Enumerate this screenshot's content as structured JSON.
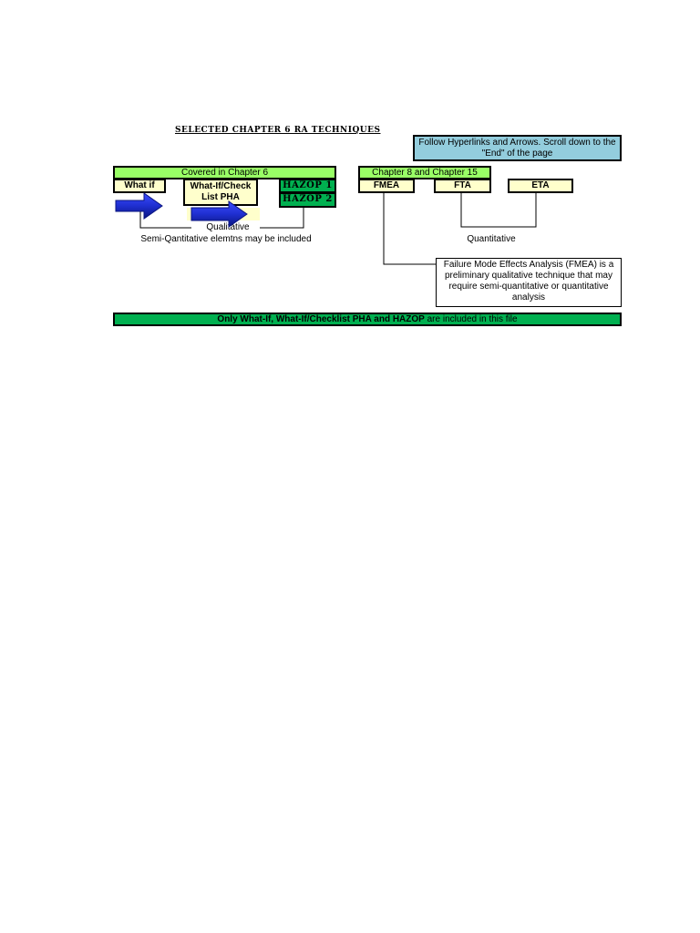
{
  "title": "SELECTED CHAPTER 6 RA TECHNIQUES",
  "note": "Follow Hyperlinks and Arrows. Scroll down to the \"End\" of the page",
  "left_group": {
    "header": "Covered in Chapter 6",
    "what_if": "What if",
    "what_if_check": "What-If/Check List PHA",
    "hazop1": "HAZOP 1",
    "hazop2": "HAZOP 2",
    "qualitative": "Qualitative",
    "semi": "Semi-Qantitative elemtns may be included"
  },
  "right_group": {
    "header": "Chapter 8 and Chapter 15",
    "fmea": "FMEA",
    "fta": "FTA",
    "eta": "ETA",
    "quantitative": "Quantitative",
    "fmea_note": "Failure Mode Effects Analysis (FMEA) is a preliminary qualitative technique that may require semi-quantitative or quantitative analysis"
  },
  "footer": {
    "bold_part": "Only What-If, What-If/Checklist PHA  and HAZOP",
    "rest": " are included in this file"
  },
  "colors": {
    "light_green": "#99ff66",
    "dark_green": "#00b050",
    "cream": "#ffffcc",
    "note_blue": "#93cddd",
    "arrow_blue": "#1f2fd0"
  }
}
